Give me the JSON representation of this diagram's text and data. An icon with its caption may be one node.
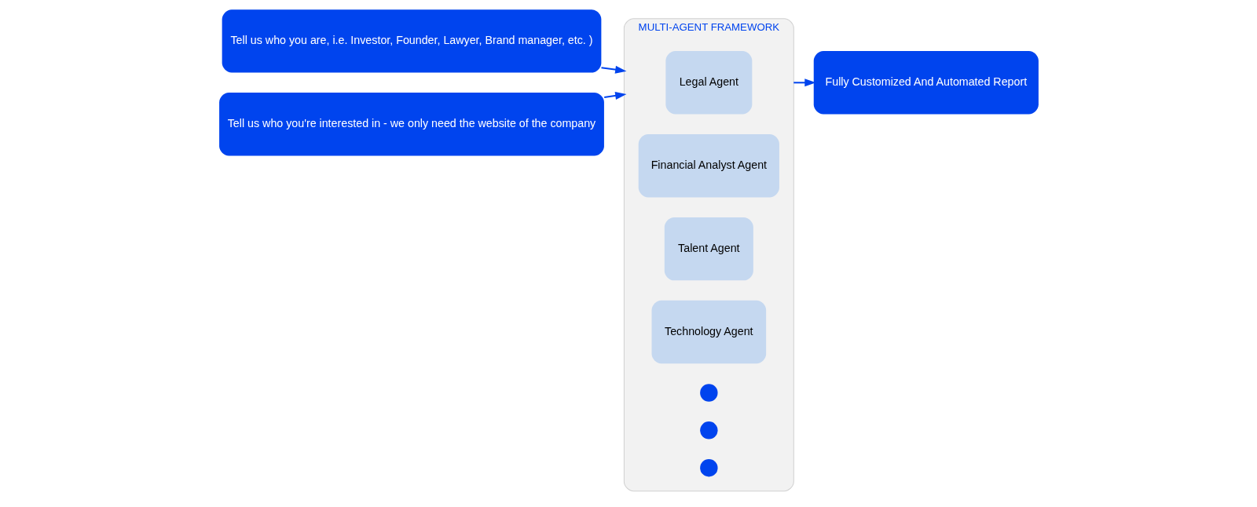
{
  "diagram": {
    "nodes": [
      {
        "text": [
          "Tell us who you are, i.e. Investor, Founder, Lawyer, Brand manager, etc. )"
        ]
      },
      {
        "text": [
          "Tell us who you're interested in - we only need the website of the company"
        ]
      },
      {
        "text": [
          "MULTI-AGENT FRAMEWORK"
        ]
      },
      {
        "text": [
          "Legal Agent"
        ],
        "in": 2
      },
      {
        "text": [
          "Financial Analyst Agent"
        ],
        "in": 2
      },
      {
        "text": [
          "Talent Agent"
        ],
        "in": 2
      },
      {
        "text": [
          "Technology Agent"
        ],
        "in": 2
      },
      {
        "text": [],
        "shape": "circle",
        "in": 2
      },
      {
        "text": [],
        "shape": "circle",
        "in": 2
      },
      {
        "text": [],
        "shape": "circle",
        "in": 2
      },
      {
        "text": [
          "Fully Customized And Automated Report"
        ]
      }
    ],
    "edges": [
      {
        "from": 0,
        "to": 2,
        "arrow": "to"
      },
      {
        "from": 1,
        "to": 2,
        "arrow": "to"
      },
      {
        "from": 2,
        "to": 10,
        "arrow": "to"
      }
    ]
  }
}
